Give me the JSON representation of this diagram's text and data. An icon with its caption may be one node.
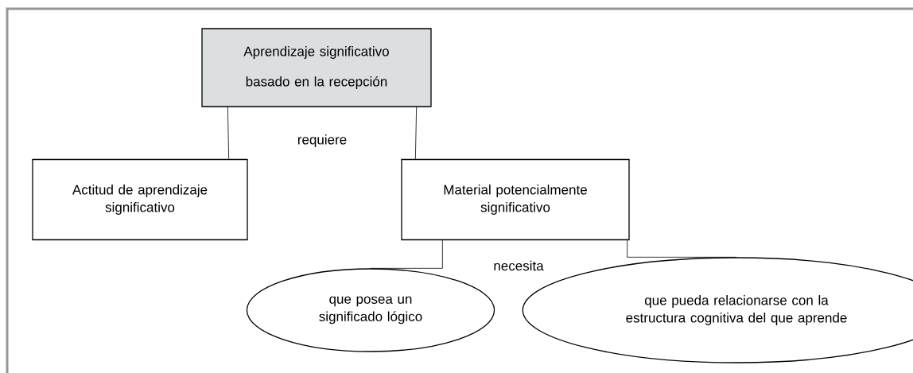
{
  "diagram": {
    "nodes": [
      {
        "text": [
          "Aprendizaje significativo basado en la recepción"
        ]
      },
      {
        "text": [
          "Actitud de aprendizaje significativo"
        ]
      },
      {
        "text": [
          "Material potencialmente significativo"
        ]
      },
      {
        "text": [
          "que posea un significado lógico"
        ]
      },
      {
        "text": [
          "que pueda relacionarse con la estructura cognitiva del que aprende"
        ]
      }
    ],
    "edges": [
      {
        "from": 0,
        "to": 1,
        "arrow": "none"
      },
      {
        "from": 0,
        "to": 2,
        "arrow": "none"
      },
      {
        "from": 2,
        "to": 3,
        "arrow": "none"
      },
      {
        "from": 2,
        "to": 4,
        "arrow": "none"
      }
    ],
    "labels": [
      "requiere",
      "necesita"
    ]
  }
}
